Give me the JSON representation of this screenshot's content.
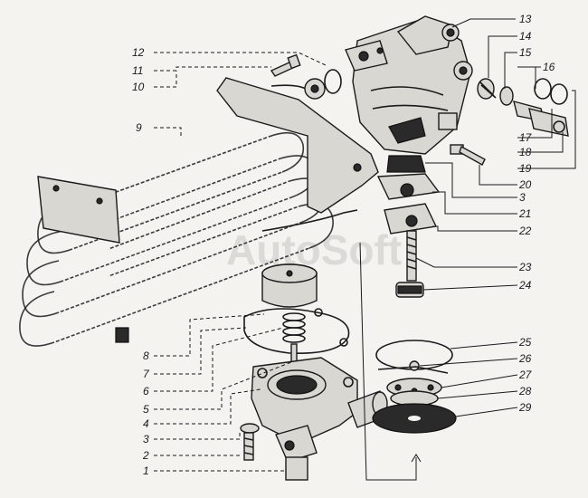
{
  "watermark": "AutoSoft",
  "callouts": {
    "n1": "1",
    "n2": "2",
    "n3": "3",
    "n4": "4",
    "n5": "5",
    "n6": "6",
    "n7": "7",
    "n8": "8",
    "n9": "9",
    "n10": "10",
    "n11": "11",
    "n12": "12",
    "n13": "13",
    "n14": "14",
    "n15": "15",
    "n16": "16",
    "n17": "17",
    "n18": "18",
    "n19": "19",
    "n20": "20",
    "n3b": "3",
    "n21": "21",
    "n22": "22",
    "n23": "23",
    "n24": "24",
    "n25": "25",
    "n26": "26",
    "n27": "27",
    "n28": "28",
    "n29": "29"
  }
}
